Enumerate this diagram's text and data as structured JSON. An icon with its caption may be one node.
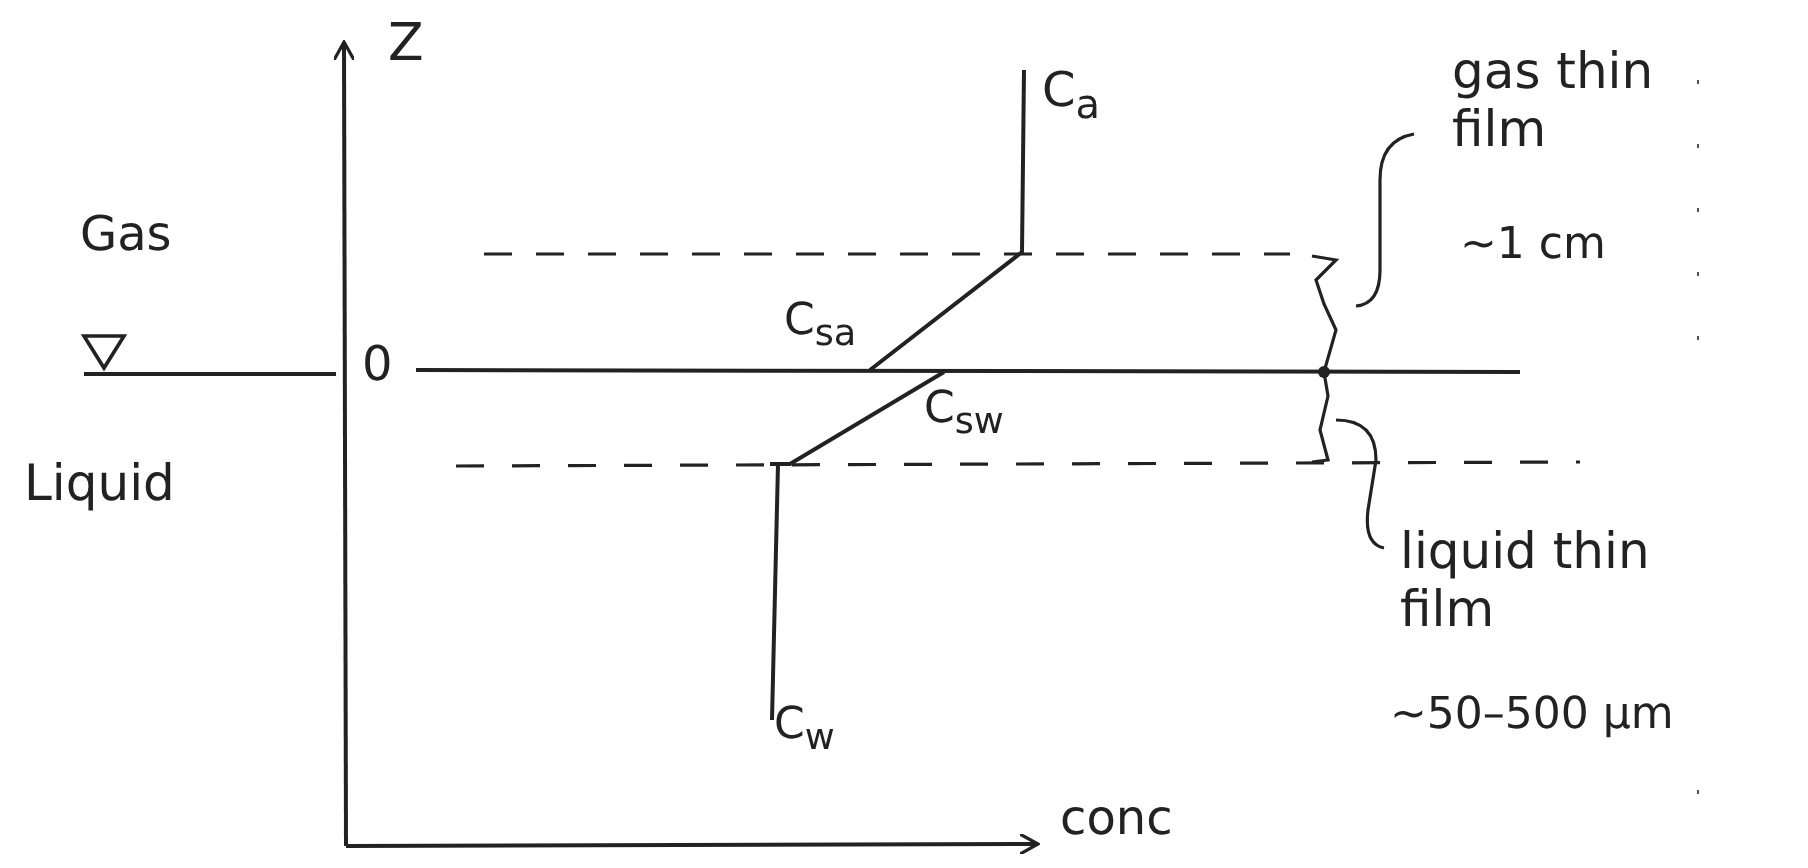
{
  "diagram": {
    "labels": [
      "Z",
      "C$_{a}$",
      "gas thin film",
      "∼1 cm",
      "Gas",
      "C$_{sa}$",
      "0",
      "C$_{sw}$",
      "Liquid",
      "liquid thin film",
      "∼50–500 μm",
      "C$_{w}$",
      "conc"
    ]
  }
}
